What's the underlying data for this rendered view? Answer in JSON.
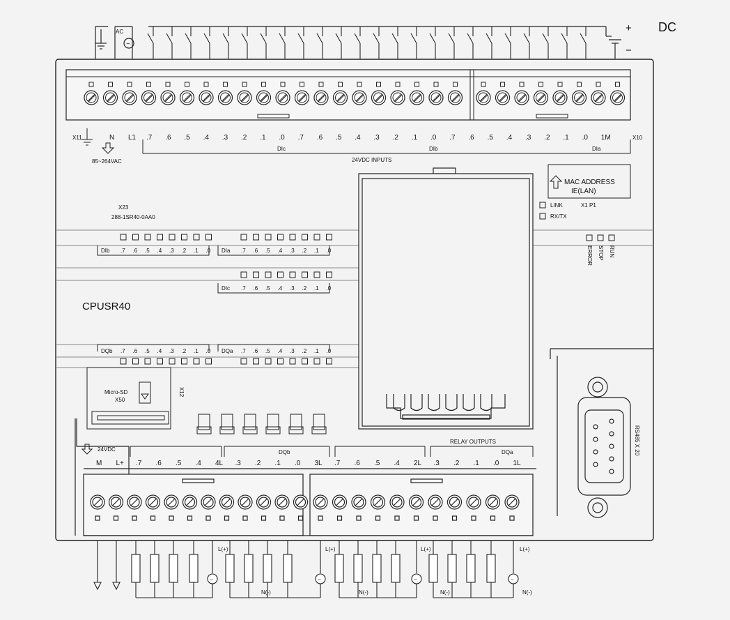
{
  "top": {
    "dc_label": "DC",
    "plus": "+",
    "minus": "−",
    "ac_label": "AC",
    "ac_symbol": "~"
  },
  "upper_block": {
    "terminal_count_left": 20,
    "terminal_count_right": 8,
    "power_labels": [
      "L1",
      "N"
    ],
    "power_voltage": "85~264VAC",
    "x11": "X11",
    "x10": "X10",
    "inputs_title": "24VDC INPUTS",
    "group_labels": [
      "DIc",
      "DIb",
      "DIa"
    ],
    "pin_labels": [
      ".7",
      ".6",
      ".5",
      ".4",
      ".3",
      ".2",
      ".1",
      ".0",
      ".7",
      ".6",
      ".5",
      ".4",
      ".3",
      ".2",
      ".1",
      ".0",
      ".7",
      ".6",
      ".5",
      ".4",
      ".3",
      ".2",
      ".1",
      ".0",
      "1M"
    ]
  },
  "middle": {
    "x23": "X23",
    "part_number": "288-1SR40-0AA0",
    "mac_line1": "MAC ADDRESS",
    "mac_line2": "IE(LAN)",
    "x1p1": "X1 P1",
    "link": "LINK",
    "rxtx": "RX/TX",
    "status_labels": [
      "RUN",
      "STOP",
      "ERROR"
    ],
    "model": "CPUSR40",
    "led_rows": [
      {
        "left": [
          "DIb",
          ".7",
          ".6",
          ".5",
          ".4",
          ".3",
          ".2",
          ".1",
          ".0"
        ],
        "right": [
          "DIa",
          ".7",
          ".6",
          ".5",
          ".4",
          ".3",
          ".2",
          ".1",
          ".0"
        ]
      },
      {
        "left": [],
        "right": [
          "DIc",
          ".7",
          ".6",
          ".5",
          ".4",
          ".3",
          ".2",
          ".1",
          ".0"
        ]
      },
      {
        "left": [
          "DQb",
          ".7",
          ".6",
          ".5",
          ".4",
          ".3",
          ".2",
          ".1",
          ".0"
        ],
        "right": [
          "DQa",
          ".7",
          ".6",
          ".5",
          ".4",
          ".3",
          ".2",
          ".1",
          ".0"
        ]
      }
    ],
    "sd_line1": "Micro-SD",
    "sd_line2": "X50",
    "x12": "X12",
    "rs485": "RS485 X 20"
  },
  "lower_block": {
    "voltage": "24VDC",
    "relay_outputs": "RELAY    OUTPUTS",
    "dqa": "DQa",
    "dqb": "DQb",
    "pin_labels": [
      "M",
      "L+",
      ".7",
      ".6",
      ".5",
      ".4",
      "4L",
      ".3",
      ".2",
      ".1",
      ".0",
      "3L",
      ".7",
      ".6",
      ".5",
      ".4",
      "2L",
      ".3",
      ".2",
      ".1",
      ".0",
      "1L"
    ],
    "terminal_count_left": 12,
    "terminal_count_right": 11
  },
  "bottom": {
    "lplus": "L(+)",
    "nminus": "N(-)"
  }
}
